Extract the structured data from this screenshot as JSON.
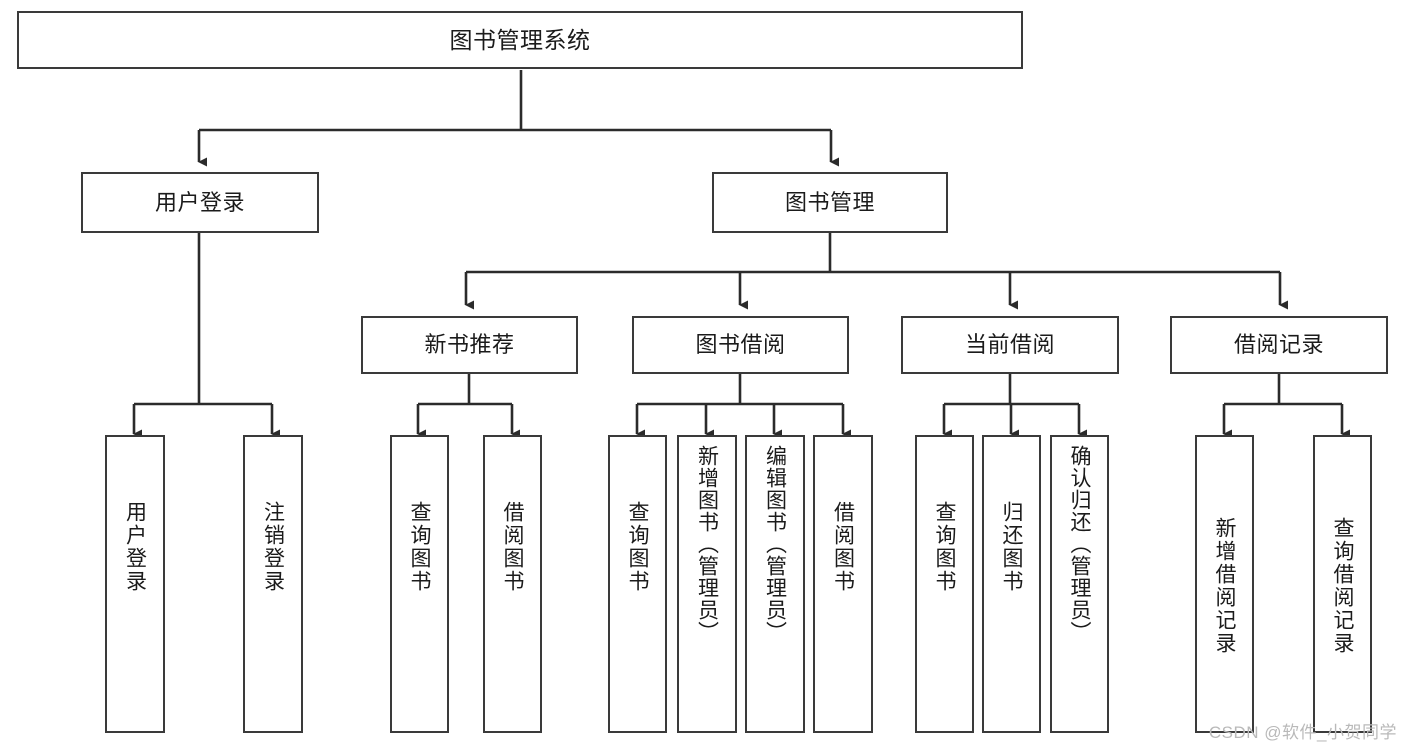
{
  "diagram": {
    "title": "图书管理系统",
    "type": "hierarchy-tree",
    "watermark": "CSDN @软件_小贺同学",
    "colors": {
      "box_border": "#3a3a3a",
      "box_fill": "#ffffff",
      "connector": "#2b2b2b",
      "text": "#1b1b1b",
      "watermark": "#b9b9b9"
    },
    "root": {
      "label": "图书管理系统"
    },
    "level2": [
      {
        "label": "用户登录"
      },
      {
        "label": "图书管理"
      }
    ],
    "level3": [
      {
        "label": "新书推荐"
      },
      {
        "label": "图书借阅"
      },
      {
        "label": "当前借阅"
      },
      {
        "label": "借阅记录"
      }
    ],
    "leaves": {
      "user_login": [
        {
          "label": "用户登录"
        },
        {
          "label": "注销登录"
        }
      ],
      "new_book_recommend": [
        {
          "label": "查询图书"
        },
        {
          "label": "借阅图书"
        }
      ],
      "book_borrow": [
        {
          "label": "查询图书"
        },
        {
          "label": "新增图书（管理员）"
        },
        {
          "label": "编辑图书（管理员）"
        },
        {
          "label": "借阅图书"
        }
      ],
      "current_borrow": [
        {
          "label": "查询图书"
        },
        {
          "label": "归还图书"
        },
        {
          "label": "确认归还（管理员）"
        }
      ],
      "borrow_record": [
        {
          "label": "新增借阅记录"
        },
        {
          "label": "查询借阅记录"
        }
      ]
    }
  }
}
